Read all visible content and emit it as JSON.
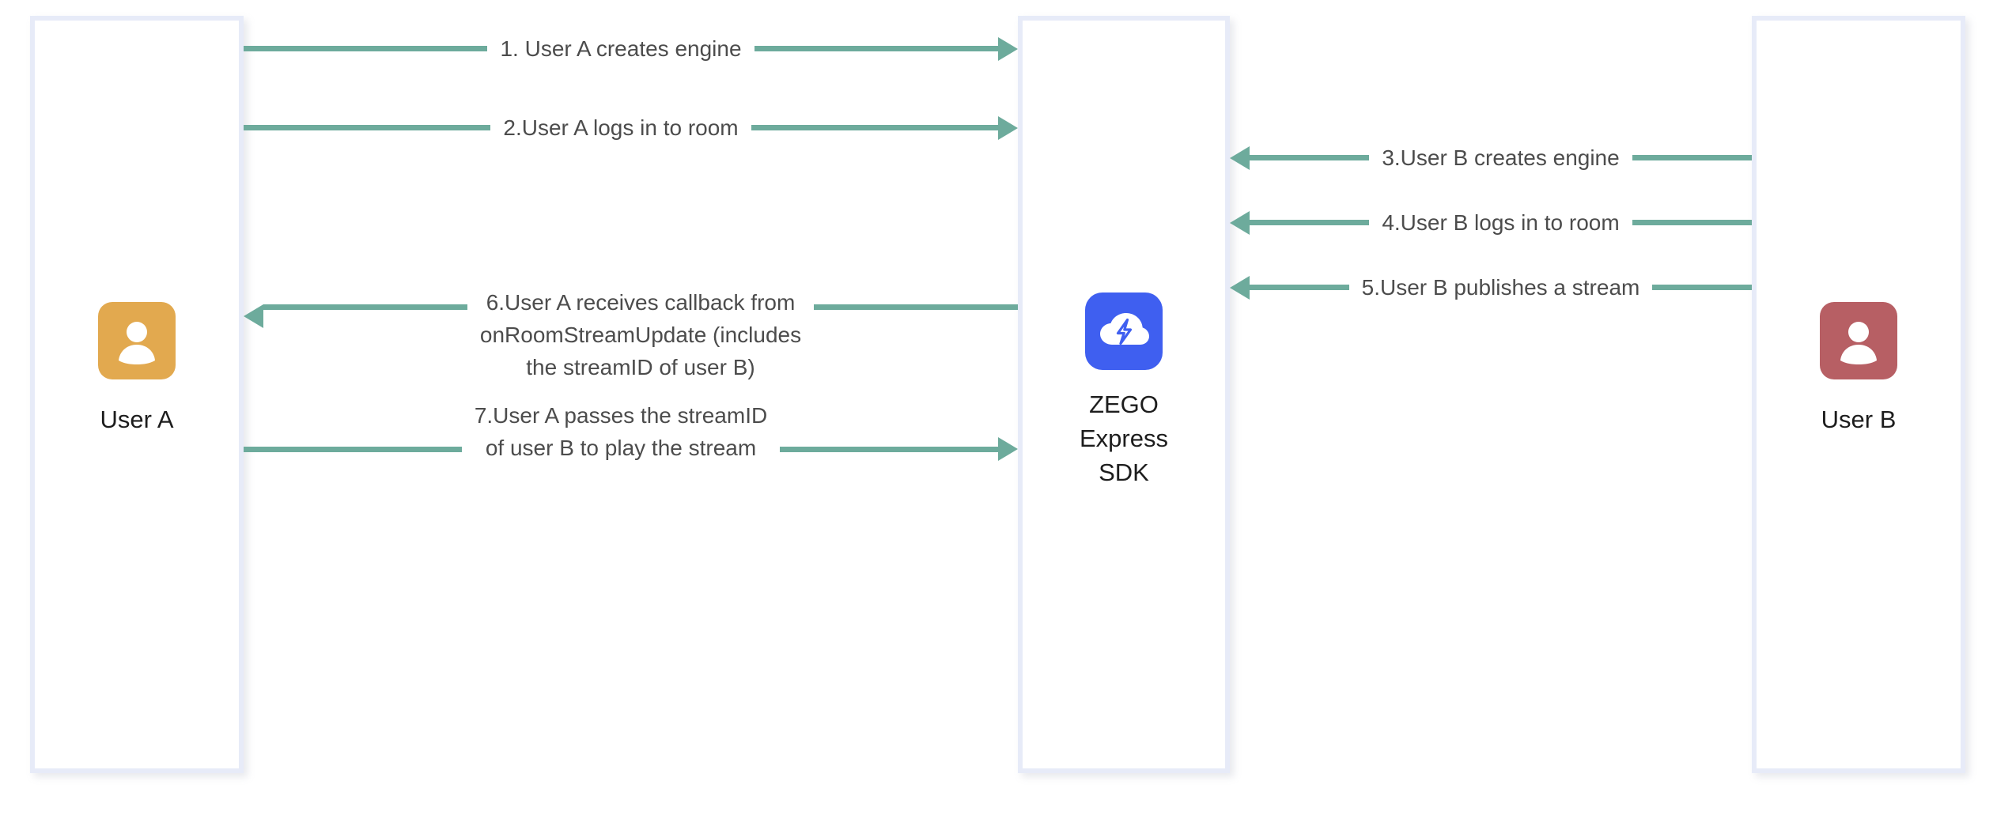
{
  "diagram": {
    "type": "sequence-diagram",
    "title": "ZEGO Express SDK stream publish / play sequence",
    "colors": {
      "arrow": "#6dab9c",
      "lifeline_border": "#e7ebf8",
      "usera_avatar": "#e2a94f",
      "userb_avatar": "#b75f64",
      "sdk_tile": "#3f5ff0",
      "label_text": "#4c4c4c",
      "actor_text": "#1d1d1d",
      "background": "#ffffff"
    }
  },
  "actors": {
    "user_a": {
      "label": "User A",
      "icon": "person-icon"
    },
    "sdk": {
      "label": "ZEGO\nExpress\nSDK",
      "icon": "cloud-lightning-icon"
    },
    "user_b": {
      "label": "User B",
      "icon": "person-icon"
    }
  },
  "messages": [
    {
      "step": 1,
      "label": "1. User A creates engine",
      "from": "user_a",
      "to": "sdk",
      "direction": "right"
    },
    {
      "step": 2,
      "label": "2.User A logs in to room",
      "from": "user_a",
      "to": "sdk",
      "direction": "right"
    },
    {
      "step": 3,
      "label": "3.User B creates engine",
      "from": "user_b",
      "to": "sdk",
      "direction": "left"
    },
    {
      "step": 4,
      "label": "4.User B logs in to room",
      "from": "user_b",
      "to": "sdk",
      "direction": "left"
    },
    {
      "step": 5,
      "label": "5.User B publishes a stream",
      "from": "user_b",
      "to": "sdk",
      "direction": "left"
    },
    {
      "step": 6,
      "label": "6.User A receives callback from\nonRoomStreamUpdate (includes\nthe streamID of user B)",
      "from": "sdk",
      "to": "user_a",
      "direction": "left"
    },
    {
      "step": 7,
      "label": "7.User A passes the streamID\n of user B to play the stream",
      "from": "user_a",
      "to": "sdk",
      "direction": "right"
    }
  ]
}
